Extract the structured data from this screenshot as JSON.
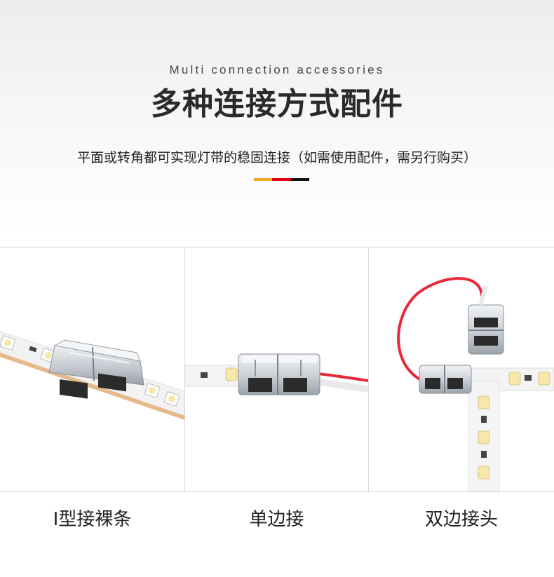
{
  "header": {
    "subtitle_en": "Multi connection accessories",
    "title": "多种连接方式配件",
    "description": "平面或转角都可实现灯带的稳固连接（如需使用配件，需另行购买）",
    "accent_colors": [
      "#f5a623",
      "#e60012",
      "#111111"
    ]
  },
  "panels": [
    {
      "caption": "I型接裸条"
    },
    {
      "caption": "单边接"
    },
    {
      "caption": "双边接头"
    }
  ],
  "colors": {
    "wire_red": "#e8293a",
    "strip_white": "#f4f4f4",
    "led_yellow": "#f7e7a8",
    "connector_clear": "#d9dde2",
    "connector_dark": "#2b2b2b"
  }
}
